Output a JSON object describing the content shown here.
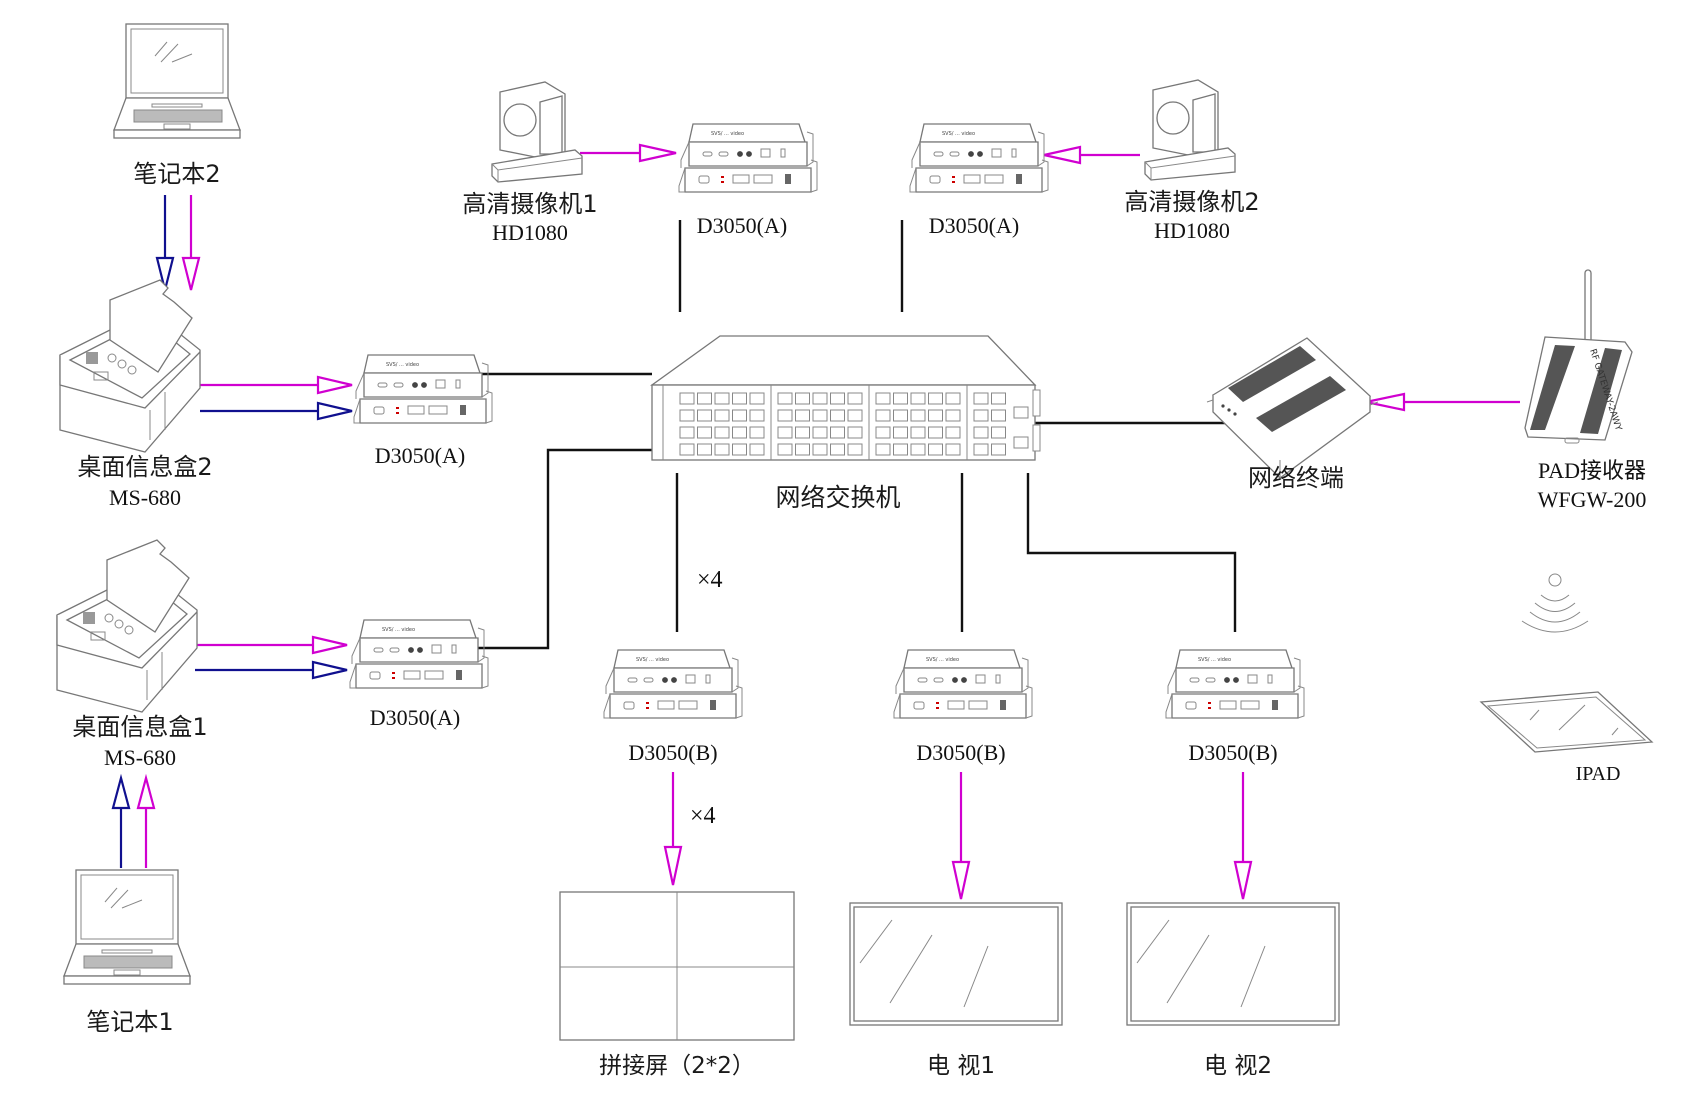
{
  "diagram": {
    "colors": {
      "video_link": "#d000d0",
      "control_link": "#10108f",
      "network_link": "#111111",
      "device_outline": "#777777"
    },
    "nodes": {
      "laptop2": {
        "name": "笔记本2"
      },
      "laptop1": {
        "name": "笔记本1"
      },
      "desk_box2": {
        "name": "桌面信息盒2",
        "model": "MS-680"
      },
      "desk_box1": {
        "name": "桌面信息盒1",
        "model": "MS-680"
      },
      "camera1": {
        "name": "高清摄像机1",
        "model": "HD1080"
      },
      "camera2": {
        "name": "高清摄像机2",
        "model": "HD1080"
      },
      "enc_cam1": {
        "model": "D3050(A)"
      },
      "enc_cam2": {
        "model": "D3050(A)"
      },
      "enc_box2": {
        "model": "D3050(A)"
      },
      "enc_box1": {
        "model": "D3050(A)"
      },
      "switch": {
        "name": "网络交换机"
      },
      "net_terminal": {
        "name": "网络终端"
      },
      "pad_receiver": {
        "name": "PAD接收器",
        "model": "WFGW-200",
        "panel_text": "RF GATEWAY-2AWY"
      },
      "ipad": {
        "name": "IPAD"
      },
      "dec_wall": {
        "model": "D3050(B)"
      },
      "dec_tv1": {
        "model": "D3050(B)"
      },
      "dec_tv2": {
        "model": "D3050(B)"
      },
      "video_wall": {
        "name": "拼接屏（2*2）"
      },
      "tv1": {
        "name": "电  视1"
      },
      "tv2": {
        "name": "电  视2"
      }
    },
    "multipliers": {
      "switch_to_decoder": "×4",
      "decoder_to_wall": "×4"
    },
    "encoder_brand": "SVS",
    "links": [
      {
        "from": "laptop2",
        "to": "desk_box2",
        "type": "control"
      },
      {
        "from": "laptop2",
        "to": "desk_box2",
        "type": "video"
      },
      {
        "from": "laptop1",
        "to": "desk_box1",
        "type": "control"
      },
      {
        "from": "laptop1",
        "to": "desk_box1",
        "type": "video"
      },
      {
        "from": "desk_box2",
        "to": "enc_box2",
        "type": "video"
      },
      {
        "from": "desk_box2",
        "to": "enc_box2",
        "type": "control"
      },
      {
        "from": "desk_box1",
        "to": "enc_box1",
        "type": "video"
      },
      {
        "from": "desk_box1",
        "to": "enc_box1",
        "type": "control"
      },
      {
        "from": "camera1",
        "to": "enc_cam1",
        "type": "video"
      },
      {
        "from": "camera2",
        "to": "enc_cam2",
        "type": "video"
      },
      {
        "from": "enc_cam1",
        "to": "switch",
        "type": "network"
      },
      {
        "from": "enc_cam2",
        "to": "switch",
        "type": "network"
      },
      {
        "from": "enc_box2",
        "to": "switch",
        "type": "network"
      },
      {
        "from": "enc_box1",
        "to": "switch",
        "type": "network"
      },
      {
        "from": "switch",
        "to": "net_terminal",
        "type": "network"
      },
      {
        "from": "pad_receiver",
        "to": "net_terminal",
        "type": "video"
      },
      {
        "from": "switch",
        "to": "dec_wall",
        "type": "network"
      },
      {
        "from": "switch",
        "to": "dec_tv1",
        "type": "network"
      },
      {
        "from": "switch",
        "to": "dec_tv2",
        "type": "network"
      },
      {
        "from": "dec_wall",
        "to": "video_wall",
        "type": "video"
      },
      {
        "from": "dec_tv1",
        "to": "tv1",
        "type": "video"
      },
      {
        "from": "dec_tv2",
        "to": "tv2",
        "type": "video"
      }
    ]
  }
}
